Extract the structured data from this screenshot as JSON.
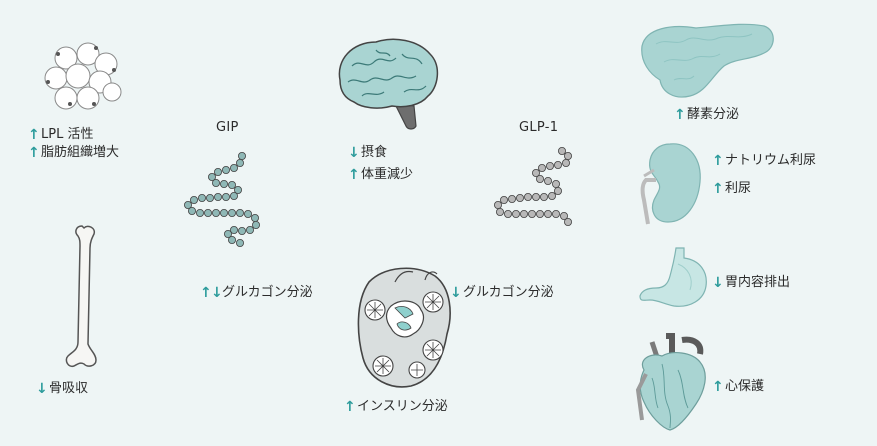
{
  "colors": {
    "background": "#eef5f5",
    "accent": "#2e9c9c",
    "organ_fill": "#a9d4d2",
    "organ_dark": "#6fb7b5",
    "outline": "#4a4a4a"
  },
  "hormones": {
    "gip": "GIP",
    "glp1": "GLP-1"
  },
  "labels": {
    "fat": [
      {
        "dir": "up",
        "text": "LPL 活性"
      },
      {
        "dir": "up",
        "text": "脂肪組織増大"
      }
    ],
    "bone": [
      {
        "dir": "down",
        "text": "骨吸収"
      }
    ],
    "brain": [
      {
        "dir": "down",
        "text": "摂食"
      },
      {
        "dir": "up",
        "text": "体重減少"
      }
    ],
    "gip_pancreas": [
      {
        "dir": "updown",
        "text": "グルカゴン分泌"
      }
    ],
    "glp1_pancreas": [
      {
        "dir": "down",
        "text": "グルカゴン分泌"
      }
    ],
    "islet": [
      {
        "dir": "up",
        "text": "インスリン分泌"
      }
    ],
    "exocrine": [
      {
        "dir": "up",
        "text": "酵素分泌"
      }
    ],
    "kidney": [
      {
        "dir": "up",
        "text": "ナトリウム利尿"
      },
      {
        "dir": "up",
        "text": "利尿"
      }
    ],
    "stomach": [
      {
        "dir": "down",
        "text": "胃内容排出"
      }
    ],
    "heart": [
      {
        "dir": "up",
        "text": "心保護"
      }
    ]
  },
  "icons": [
    "fat-cells-icon",
    "bone-icon",
    "brain-icon",
    "gip-peptide-icon",
    "glp1-peptide-icon",
    "islet-icon",
    "pancreas-icon",
    "kidney-icon",
    "stomach-icon",
    "heart-icon",
    "up-arrow-icon",
    "down-arrow-icon"
  ]
}
